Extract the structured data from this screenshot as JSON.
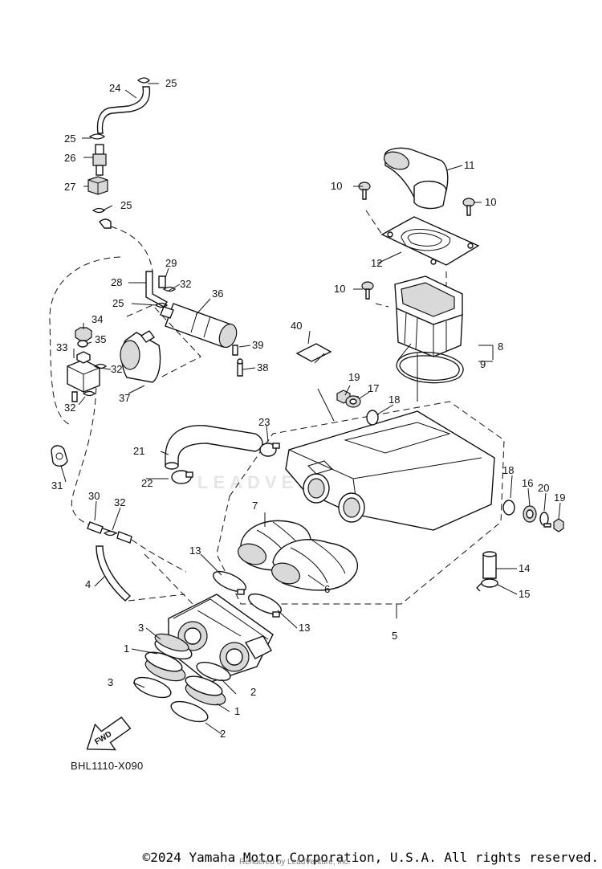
{
  "diagram": {
    "code": "BHL1110-X090",
    "fwd_label": "FWD",
    "watermark": "LEADVENTURE",
    "copyright": "©2024 Yamaha Motor Corporation, U.S.A. All rights reserved.",
    "credit": "Rendered by LeadVenture, Inc.",
    "callouts": [
      "1",
      "2",
      "3",
      "4",
      "5",
      "6",
      "7",
      "8",
      "9",
      "10",
      "11",
      "12",
      "13",
      "14",
      "15",
      "16",
      "17",
      "18",
      "19",
      "20",
      "21",
      "22",
      "23",
      "24",
      "25",
      "26",
      "27",
      "28",
      "29",
      "30",
      "31",
      "32",
      "33",
      "34",
      "35",
      "36",
      "37",
      "38",
      "39",
      "40"
    ]
  }
}
